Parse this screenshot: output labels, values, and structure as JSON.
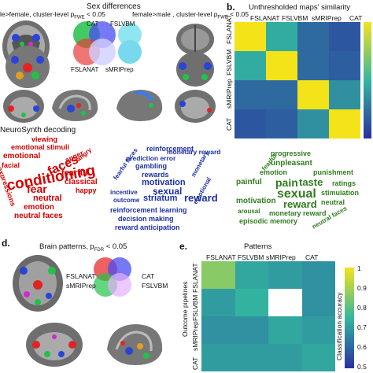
{
  "figure": {
    "top_title": "Sex differences",
    "top_left_caption_left": "le>female, cluster-level p",
    "top_left_caption_sub": "FWE",
    "top_left_caption_right": " < 0.05",
    "top_mid_caption_left": "female>male , cluster-level p",
    "top_mid_caption_sub": "FWE",
    "top_mid_caption_right": " < 0.05",
    "venn_labels": [
      "CAT",
      "FSLVBM",
      "FSLANAT",
      "sMRIPrep"
    ],
    "neurosynth_title": "NeuroSynth decoding",
    "panel_b_letter": "b.",
    "panel_b_title": "Unthresholded maps' similarity",
    "panel_b_cols": [
      "FSLANAT",
      "FSLVBM",
      "sMRIPrep",
      "CAT"
    ],
    "panel_b_rows": [
      "FSLANAT",
      "FSLVBM",
      "sMRIPrep",
      "CAT"
    ],
    "panel_d_letter": "d.",
    "panel_d_title": "Brain patterns, p",
    "panel_d_sub": "FDR",
    "panel_d_title_right": " < 0.05",
    "panel_d_venn_labels": [
      "FSLANAT",
      "CAT",
      "sMRIPrep",
      "FSLVBM"
    ],
    "panel_e_letter": "e.",
    "panel_e_top": "Patterns",
    "panel_e_cols": [
      "FSLANAT",
      "FSLVBM",
      "sMRIPrep",
      "CAT"
    ],
    "panel_e_rows": [
      "FSLANAT",
      "FSLVBM",
      "sMRIPrep",
      "CAT"
    ],
    "panel_e_ylabel": "Outcome pipelines",
    "colorbar_label": "Classification accuracy",
    "colorbar_ticks": [
      "1",
      "0.9",
      "0.8",
      "0.7",
      "0.6",
      "0.5"
    ]
  },
  "wordclouds": {
    "red": [
      "viewing",
      "emotional stimuli",
      "emotional",
      "anger",
      "angry",
      "facial",
      "faces",
      "conditioning",
      "fearful",
      "classical",
      "fear",
      "happy",
      "expressions",
      "neutral",
      "emotion",
      "neutral faces"
    ],
    "blue": [
      "reinforcement",
      "fearful faces",
      "prediction error",
      "monetary reward",
      "gambling",
      "rewards",
      "monetary",
      "motivation",
      "incentive",
      "sexual",
      "outcome",
      "emotional",
      "striatum",
      "reward",
      "reinforcement learning",
      "decision making",
      "reward anticipation"
    ],
    "green": [
      "fearful",
      "progressive",
      "unpleasant",
      "emotion",
      "punishment",
      "painful",
      "pain",
      "taste",
      "ratings",
      "sexual",
      "stimulation",
      "motivation",
      "reward",
      "neutral",
      "arousal",
      "monetary reward",
      "episodic memory",
      "neutral faces"
    ]
  },
  "heatmaps": {
    "b_values": [
      [
        1.0,
        0.62,
        0.45,
        0.4
      ],
      [
        0.62,
        1.0,
        0.45,
        0.42
      ],
      [
        0.45,
        0.45,
        1.0,
        0.55
      ],
      [
        0.4,
        0.42,
        0.55,
        1.0
      ]
    ],
    "e_values": [
      [
        0.86,
        0.72,
        0.7,
        0.68
      ],
      [
        0.7,
        0.74,
        null,
        0.68
      ],
      [
        0.68,
        0.68,
        0.72,
        0.7
      ],
      [
        0.7,
        0.7,
        0.7,
        0.72
      ]
    ]
  },
  "colors": {
    "red": "#d40000",
    "blue": "#1c2fa3",
    "green": "#2f7d1e",
    "heat_low": "#2a2fa0",
    "heat_mid": "#33b7a0",
    "heat_high": "#f5e31a"
  }
}
